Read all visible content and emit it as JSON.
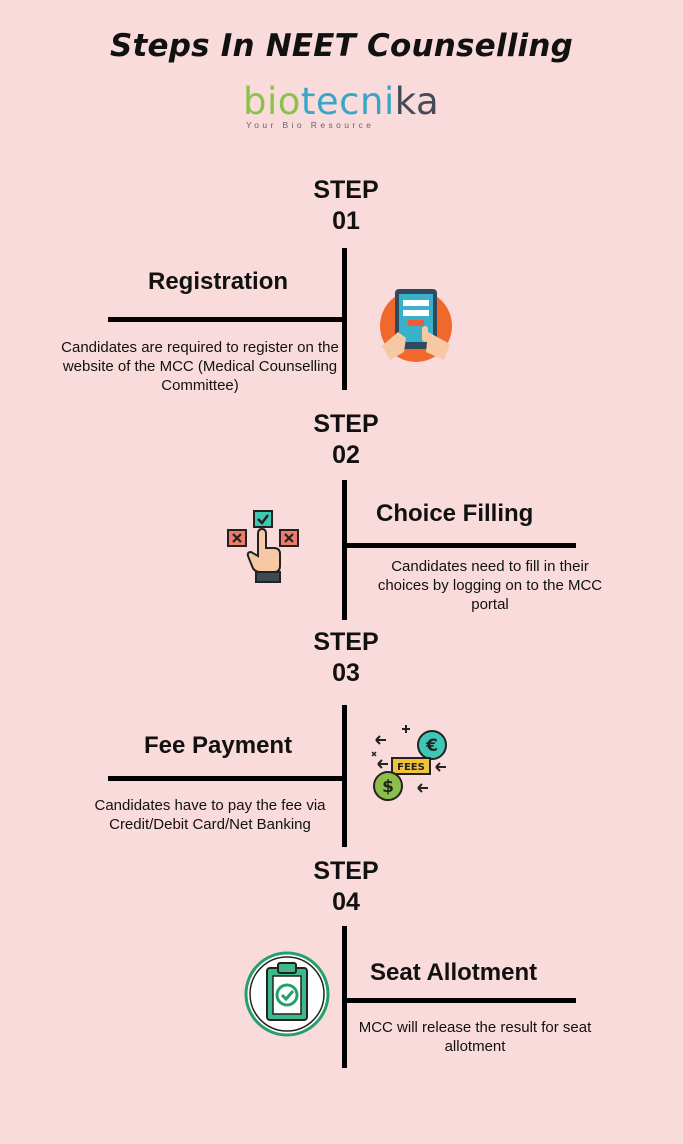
{
  "title": "Steps In NEET Counselling",
  "logo": {
    "word_part1": "bio",
    "word_part2": "tecni",
    "word_part3": "ka",
    "tagline": "Your Bio Resource"
  },
  "colors": {
    "background": "#fadbdb",
    "line": "#000000",
    "accent_orange": "#f0682b",
    "accent_teal": "#3aa89a",
    "accent_green": "#24a06b"
  },
  "steps": [
    {
      "label_line1": "STEP",
      "label_line2": "01",
      "heading": "Registration",
      "description": "Candidates are required to register on the website of the MCC (Medical Counselling Committee)",
      "icon": "tablet-touch-icon"
    },
    {
      "label_line1": "STEP",
      "label_line2": "02",
      "heading": "Choice Filling",
      "description": "Candidates need to fill in their choices by logging on to the MCC portal",
      "icon": "choice-select-hand-icon"
    },
    {
      "label_line1": "STEP",
      "label_line2": "03",
      "heading": "Fee Payment",
      "description": "Candidates have to pay the fee via Credit/Debit Card/Net Banking",
      "icon": "fees-currency-icon",
      "icon_text": "FEES",
      "icon_symbol_1": "€",
      "icon_symbol_2": "$"
    },
    {
      "label_line1": "STEP",
      "label_line2": "04",
      "heading": "Seat Allotment",
      "description": "MCC will release the result for seat allotment",
      "icon": "clipboard-check-icon"
    }
  ]
}
